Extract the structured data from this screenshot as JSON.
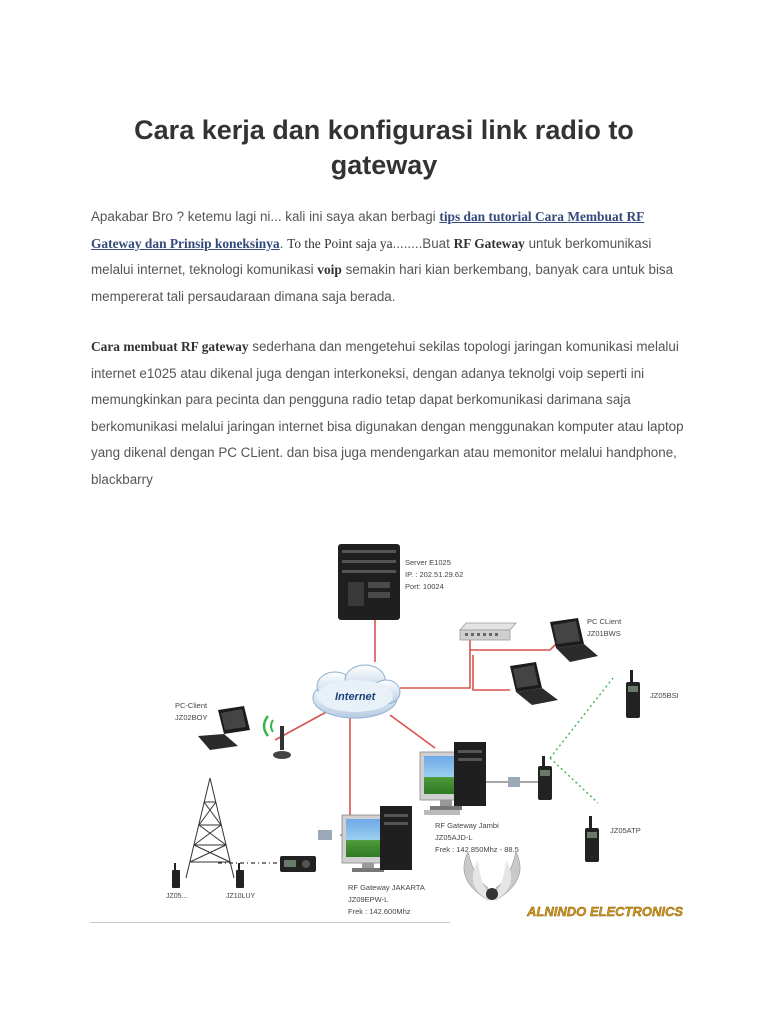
{
  "title": "Cara kerja dan konfigurasi link radio to gateway",
  "para1": {
    "t1": "Apakabar Bro ? ketemu lagi ni... kali ini saya akan berbagi ",
    "link": "tips dan tutorial Cara Membuat RF Gateway dan Prinsip koneksinya",
    "t2": ". ",
    "t3": "To the Point saja ya",
    "t4": "........Buat ",
    "b1": "RF Gateway",
    "t5": " untuk berkomunikasi melalui internet, teknologi komunikasi ",
    "b2": "voip",
    "t6": " semakin hari kian berkembang, banyak cara untuk bisa mempererat tali persaudaraan dimana saja berada."
  },
  "para2": {
    "b1": "Cara membuat RF gateway",
    "t1": " sederhana dan mengetehui sekilas topologi jaringan komunikasi melalui internet e1025 atau dikenal juga dengan interkoneksi, dengan adanya teknolgi voip seperti ini memungkinkan para pecinta dan pengguna radio tetap dapat berkomunikasi darimana saja berkomunikasi melalui jaringan internet bisa digunakan dengan menggunakan komputer atau laptop yang dikenal dengan PC CLient. dan bisa juga mendengarkan atau memonitor melalui handphone, blackbarry"
  },
  "diagram": {
    "server": {
      "l1": "Server E1025",
      "l2": "IP. : 202.51.29.62",
      "l3": "Port: 10024"
    },
    "pc_client_right": {
      "l1": "PC CLient",
      "l2": "JZ01BWS"
    },
    "pc_client_left": {
      "l1": "PC-Client",
      "l2": "JZ02BOY"
    },
    "internet": "Internet",
    "jambi": {
      "l1": "RF Gateway Jambi",
      "l2": "JZ05AJD-L",
      "l3": "Frek : 142.850Mhz  - 88.5"
    },
    "jakarta": {
      "l1": "RF Gateway JAKARTA",
      "l2": "JZ09EPW-L",
      "l3": "Frek : 142.600Mhz"
    },
    "radio_jz05bsi": "JZ05BSI",
    "radio_jz05atp": "JZ05ATP",
    "radio_jz05": "JZ05...",
    "radio_jz10luy": "JZ10LUY",
    "brand": "ALNINDO ELECTRONICS",
    "colors": {
      "link_red": "#d9534f",
      "radio_green": "#3ab54a",
      "cloud_blue": "#c8dcef",
      "screen_green": "#3a8a2e"
    }
  }
}
